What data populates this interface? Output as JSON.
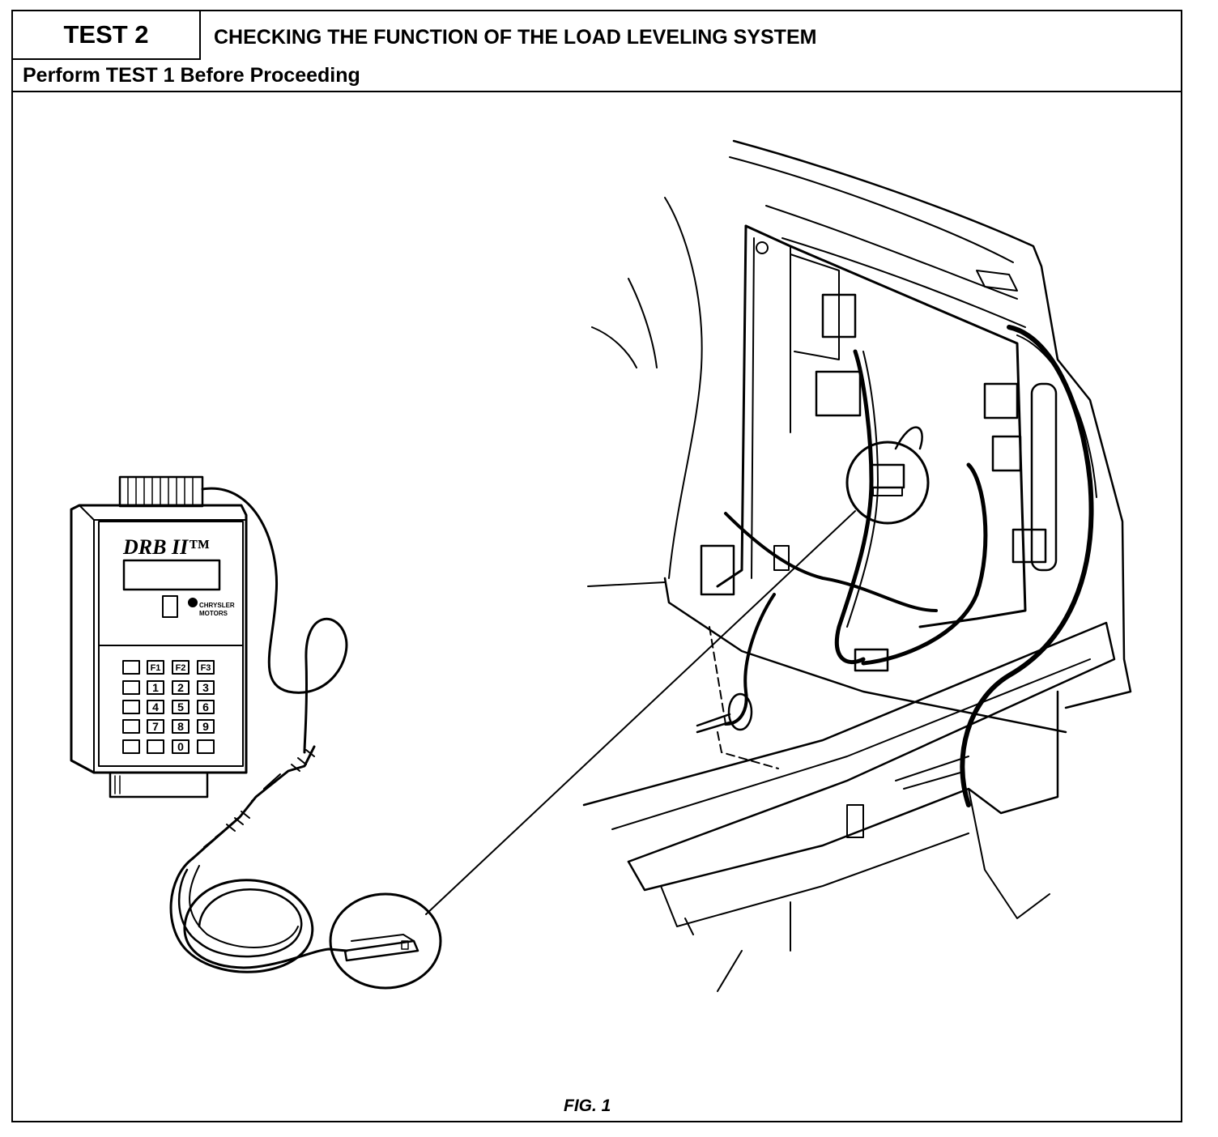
{
  "header": {
    "test_label": "TEST 2",
    "title": "CHECKING THE FUNCTION OF THE LOAD LEVELING SYSTEM",
    "subtitle": "Perform TEST 1 Before Proceeding"
  },
  "figure": {
    "caption": "FIG. 1",
    "tester": {
      "brand_label": "DRB II™",
      "maker_line1": "CHRYSLER",
      "maker_line2": "MOTORS",
      "keypad_keys": [
        "F1",
        "F2",
        "F3",
        "1",
        "2",
        "3",
        "4",
        "5",
        "6",
        "7",
        "8",
        "9",
        "0"
      ]
    }
  }
}
